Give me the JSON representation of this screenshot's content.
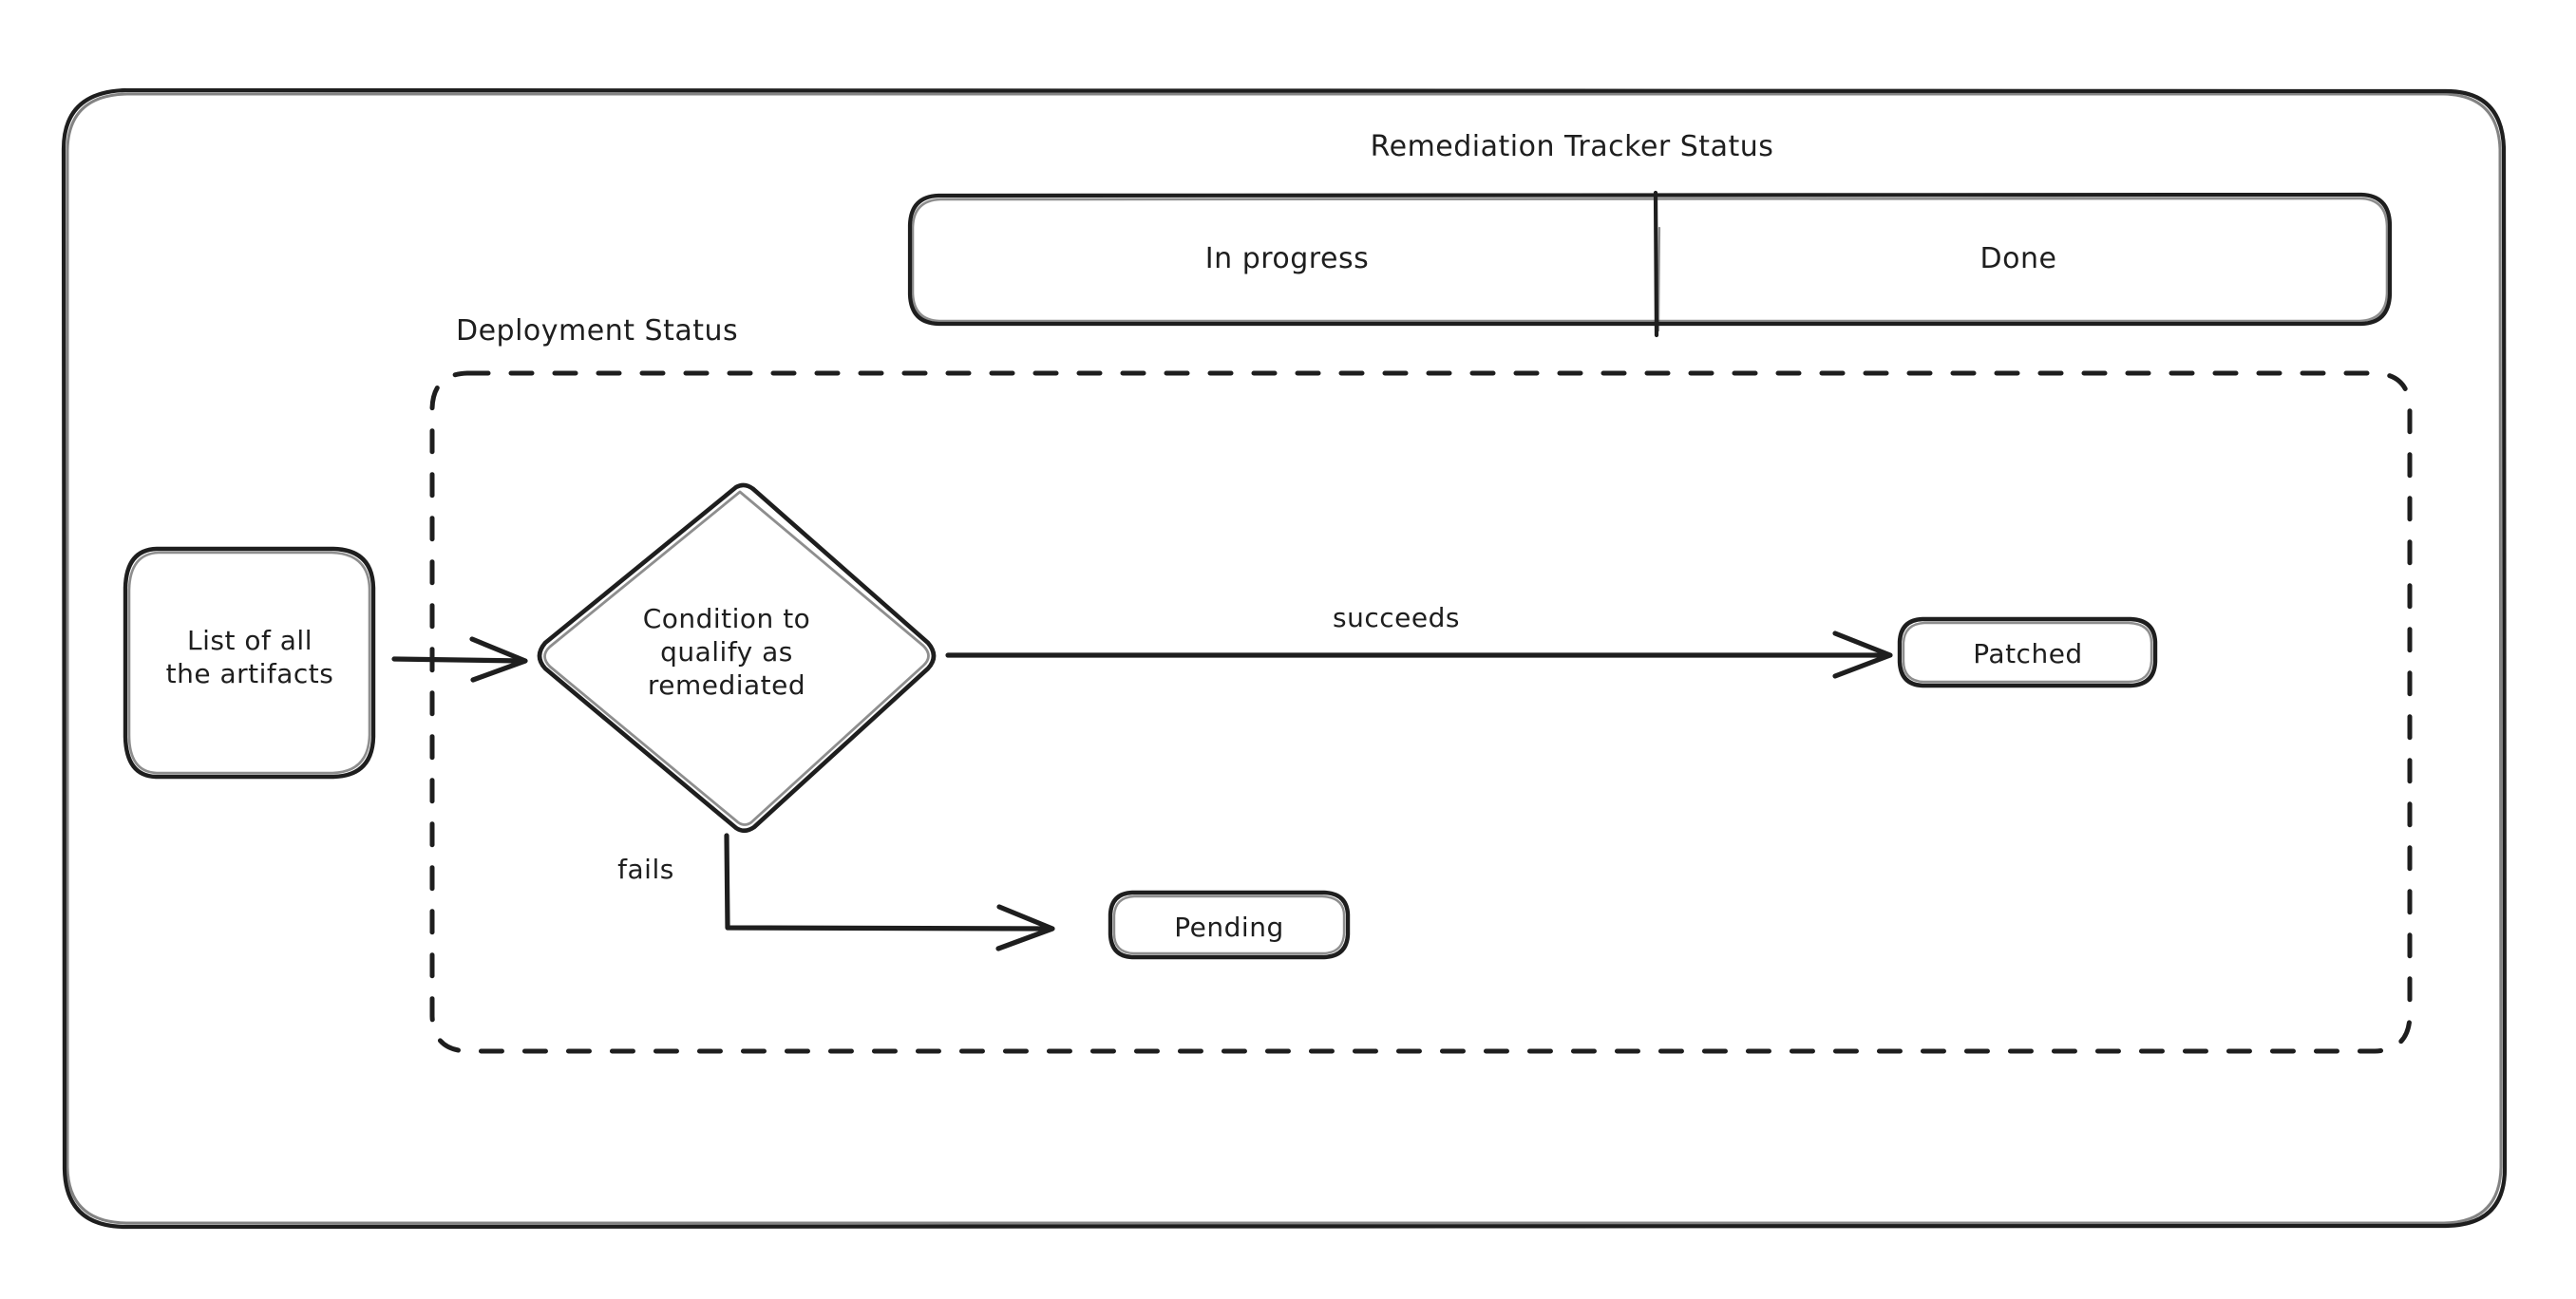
{
  "diagram": {
    "type": "flowchart",
    "title": "Remediation Tracker Status",
    "background": "#ffffff",
    "stroke_color": "#1e1e1e",
    "style": "hand-drawn"
  },
  "frame": {
    "name": "outer-frame",
    "shape": "rounded-rectangle"
  },
  "tracker": {
    "title": "Remediation Tracker Status",
    "cells": [
      {
        "label": "In progress"
      },
      {
        "label": "Done"
      }
    ]
  },
  "deployment_group": {
    "label": "Deployment Status",
    "border": "dashed"
  },
  "nodes": [
    {
      "id": "artifacts",
      "label": "List of all\nthe artifacts",
      "shape": "rounded-rectangle"
    },
    {
      "id": "condition",
      "label": "Condition to\nqualify as\nremediated",
      "shape": "diamond"
    },
    {
      "id": "patched",
      "label": "Patched",
      "shape": "rounded-rectangle"
    },
    {
      "id": "pending",
      "label": "Pending",
      "shape": "rounded-rectangle"
    }
  ],
  "edges": [
    {
      "from": "artifacts",
      "to": "condition",
      "label": ""
    },
    {
      "from": "condition",
      "to": "patched",
      "label": "succeeds"
    },
    {
      "from": "condition",
      "to": "pending",
      "label": "fails"
    }
  ]
}
